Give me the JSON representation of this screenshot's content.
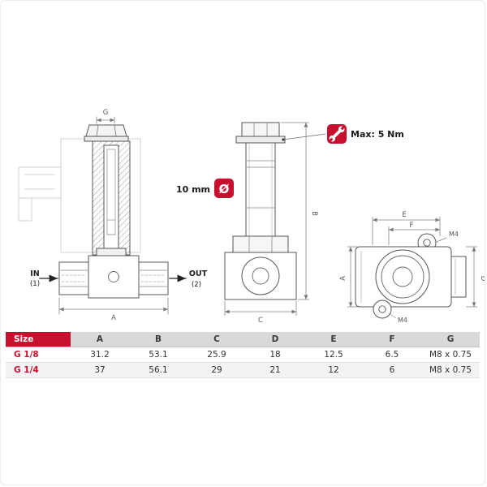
{
  "accent": "#c8102e",
  "views": {
    "section": {
      "dim_g": "G",
      "in_label": "IN",
      "in_sub": "(1)",
      "out_label": "OUT",
      "out_sub": "(2)",
      "dim_a": "A"
    },
    "elevation": {
      "torque_label": "Max: 5 Nm",
      "diameter_label": "10 mm",
      "diameter_symbol": "Ø",
      "dim_b": "B",
      "dim_c": "C"
    },
    "end_view": {
      "dim_e": "E",
      "dim_f": "F",
      "dim_d": "D",
      "dim_a": "A",
      "m4_top": "M4",
      "m4_bottom": "M4"
    }
  },
  "table": {
    "headers": [
      "Size",
      "A",
      "B",
      "C",
      "D",
      "E",
      "F",
      "G"
    ],
    "rows": [
      {
        "cells": [
          "G 1/8",
          "31.2",
          "53.1",
          "25.9",
          "18",
          "12.5",
          "6.5",
          "M8 x 0.75"
        ]
      },
      {
        "cells": [
          "G 1/4",
          "37",
          "56.1",
          "29",
          "21",
          "12",
          "6",
          "M8 x 0.75"
        ]
      }
    ]
  }
}
